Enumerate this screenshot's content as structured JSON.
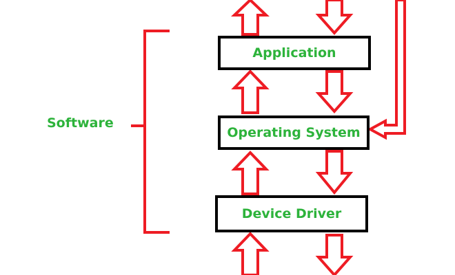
{
  "diagram": {
    "group_label": "Software",
    "layers": [
      {
        "id": "application",
        "label": "Application"
      },
      {
        "id": "operating-system",
        "label": "Operating System"
      },
      {
        "id": "device-driver",
        "label": "Device Driver"
      }
    ]
  },
  "colors": {
    "arrow": "#ee1c24",
    "text": "#2db33b",
    "box_border": "#000000",
    "background": "#ffffff"
  }
}
